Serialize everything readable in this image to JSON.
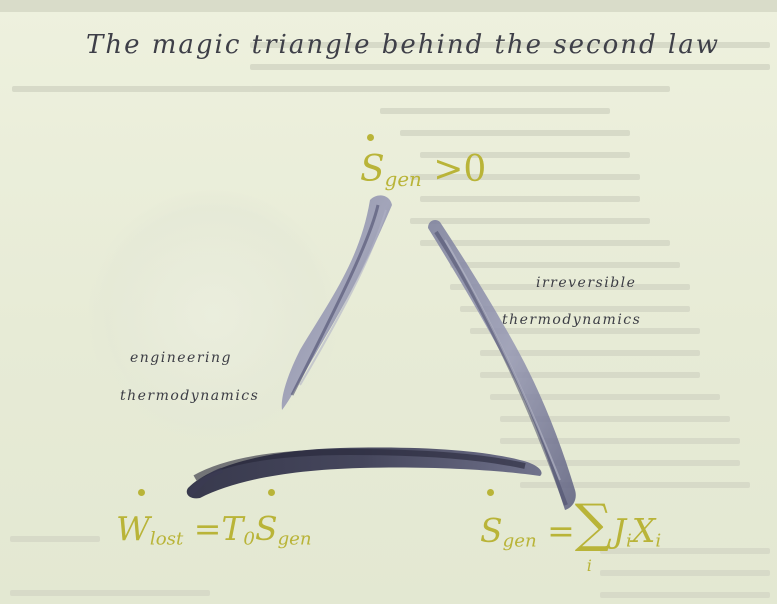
{
  "title": "The magic triangle behind the second law",
  "labels": {
    "irreversible": "irreversible",
    "irreversible_thermo": "thermodynamics",
    "engineering": "engineering",
    "engineering_thermo": "thermodynamics"
  },
  "formulas": {
    "top": {
      "symbol": "S",
      "sub": "gen",
      "rest": " >0"
    },
    "bottom_left": {
      "w": "W",
      "w_sub": "lost",
      "eq": " =",
      "t": "T",
      "t_sub": "0",
      "s": "S",
      "s_sub": "gen"
    },
    "bottom_right": {
      "s": "S",
      "s_sub": "gen",
      "eq": " =",
      "sum": "∑",
      "index": "i",
      "j": "J",
      "j_sub": "i",
      "x": "X",
      "x_sub": "i"
    }
  },
  "colors": {
    "background": "#e9edd9",
    "formula": "#b9b438",
    "brush": "#5e6080",
    "handwriting": "#3c3d45"
  }
}
